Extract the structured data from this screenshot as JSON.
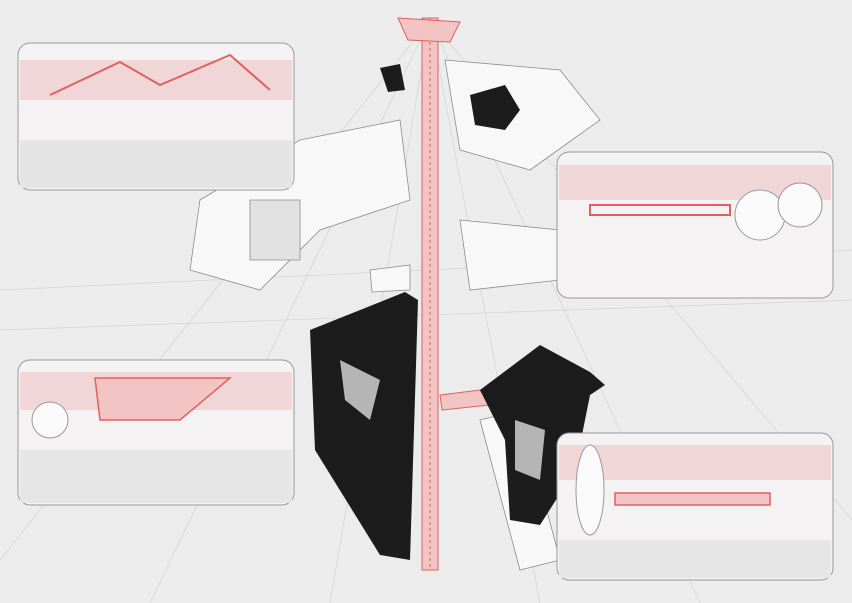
{
  "colors": {
    "background": "#ececec",
    "accent_red": "#e06060",
    "red_fill": "#f2c4c4",
    "black_mass": "#1c1c1c",
    "line": "#9a9a9a",
    "panel_fill": "#f4f2f2"
  },
  "vignettes": [
    {
      "id": "pavilion-sports"
    },
    {
      "id": "garden-bridge"
    },
    {
      "id": "canopy-plaza"
    },
    {
      "id": "bridge-riverside"
    }
  ]
}
